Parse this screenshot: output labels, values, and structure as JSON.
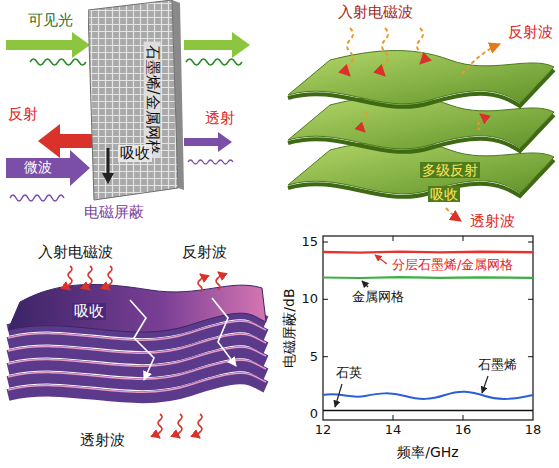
{
  "diagram": {
    "nodes": [
      {
        "text": [
          "石墨烯/金属网格"
        ]
      }
    ],
    "labels": [
      "可见光",
      "反射",
      "微波",
      "吸收",
      "透射",
      "电磁屏蔽",
      "入射电磁波",
      "反射波",
      "多级反射",
      "吸收",
      "透射波",
      "入射电磁波",
      "反射波",
      "吸收",
      "透射波",
      "15",
      "10",
      "5",
      "0",
      "分层石墨烯/金属网格",
      "金属网格",
      "石英",
      "石墨烯",
      "12",
      "14",
      "16",
      "18",
      "电磁屏蔽/dB",
      "频率/GHz"
    ]
  }
}
